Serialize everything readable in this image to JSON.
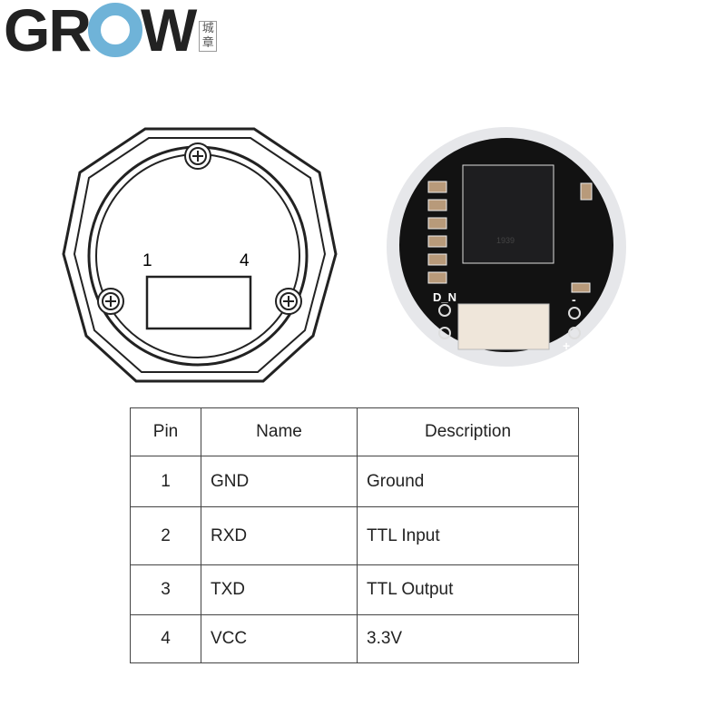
{
  "logo": {
    "brand": "GROW",
    "seal": "城章"
  },
  "diagram": {
    "pin_left": "1",
    "pin_right": "4"
  },
  "photo": {
    "chip_marking": "1939",
    "label_dn": "D_N",
    "label_minus": "-",
    "label_plus": "+"
  },
  "table": {
    "headers": [
      "Pin",
      "Name",
      "Description"
    ],
    "rows": [
      [
        "1",
        "GND",
        "Ground"
      ],
      [
        "2",
        "RXD",
        "TTL Input"
      ],
      [
        "3",
        "TXD",
        "TTL Output"
      ],
      [
        "4",
        "VCC",
        "3.3V"
      ]
    ]
  }
}
